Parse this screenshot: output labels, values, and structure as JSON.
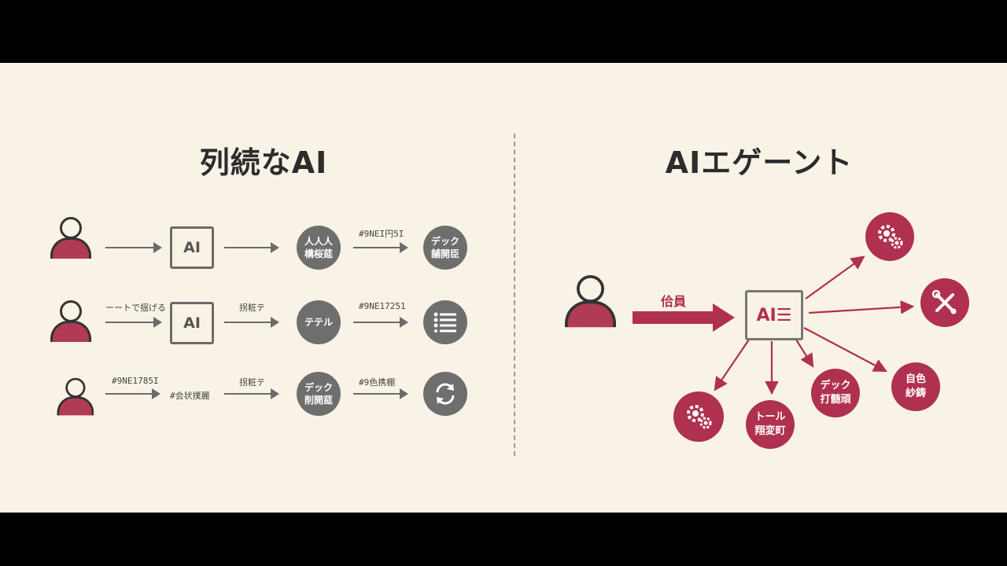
{
  "left": {
    "title": "列続なAI",
    "rows": [
      {
        "box_label": "AI",
        "label_1": "",
        "label_2": "",
        "label_3": "#9NEI円5I",
        "mid_circle": [
          "人人人",
          "構桜莚"
        ],
        "end_circle": [
          "デック",
          "舗開臣"
        ],
        "end_icon": ""
      },
      {
        "box_label": "AI",
        "label_1": "ーートで揺げる",
        "label_2": "拐粧テ",
        "label_3": "#9NE17251",
        "mid_circle": [
          "テテル"
        ],
        "end_circle": [],
        "end_icon": "list-icon"
      },
      {
        "box_label": "",
        "label_1": "#9NE1785I",
        "label_2": "拐粧テ",
        "label_3": "#9色携棚",
        "mid_text": "#会状撲麗",
        "mid_circle": [
          "デック",
          "削開莚"
        ],
        "end_circle": [],
        "end_icon": "refresh-icon"
      }
    ]
  },
  "right": {
    "title": "AIエゲーント",
    "input_label": "佮員",
    "ai_label": "AI☰",
    "nodes": [
      {
        "icon": "gears-icon",
        "lines": []
      },
      {
        "icon": "tools-icon",
        "lines": []
      },
      {
        "icon": "",
        "lines": [
          "自色",
          "紗鋳"
        ]
      },
      {
        "icon": "",
        "lines": [
          "デック",
          "打髄頑"
        ]
      },
      {
        "icon": "",
        "lines": [
          "トール",
          "翔変町"
        ]
      },
      {
        "icon": "gears-icon",
        "lines": []
      }
    ]
  },
  "colors": {
    "accent": "#b0304f",
    "neutral": "#6e6e6e",
    "background": "#f8f3e6"
  }
}
